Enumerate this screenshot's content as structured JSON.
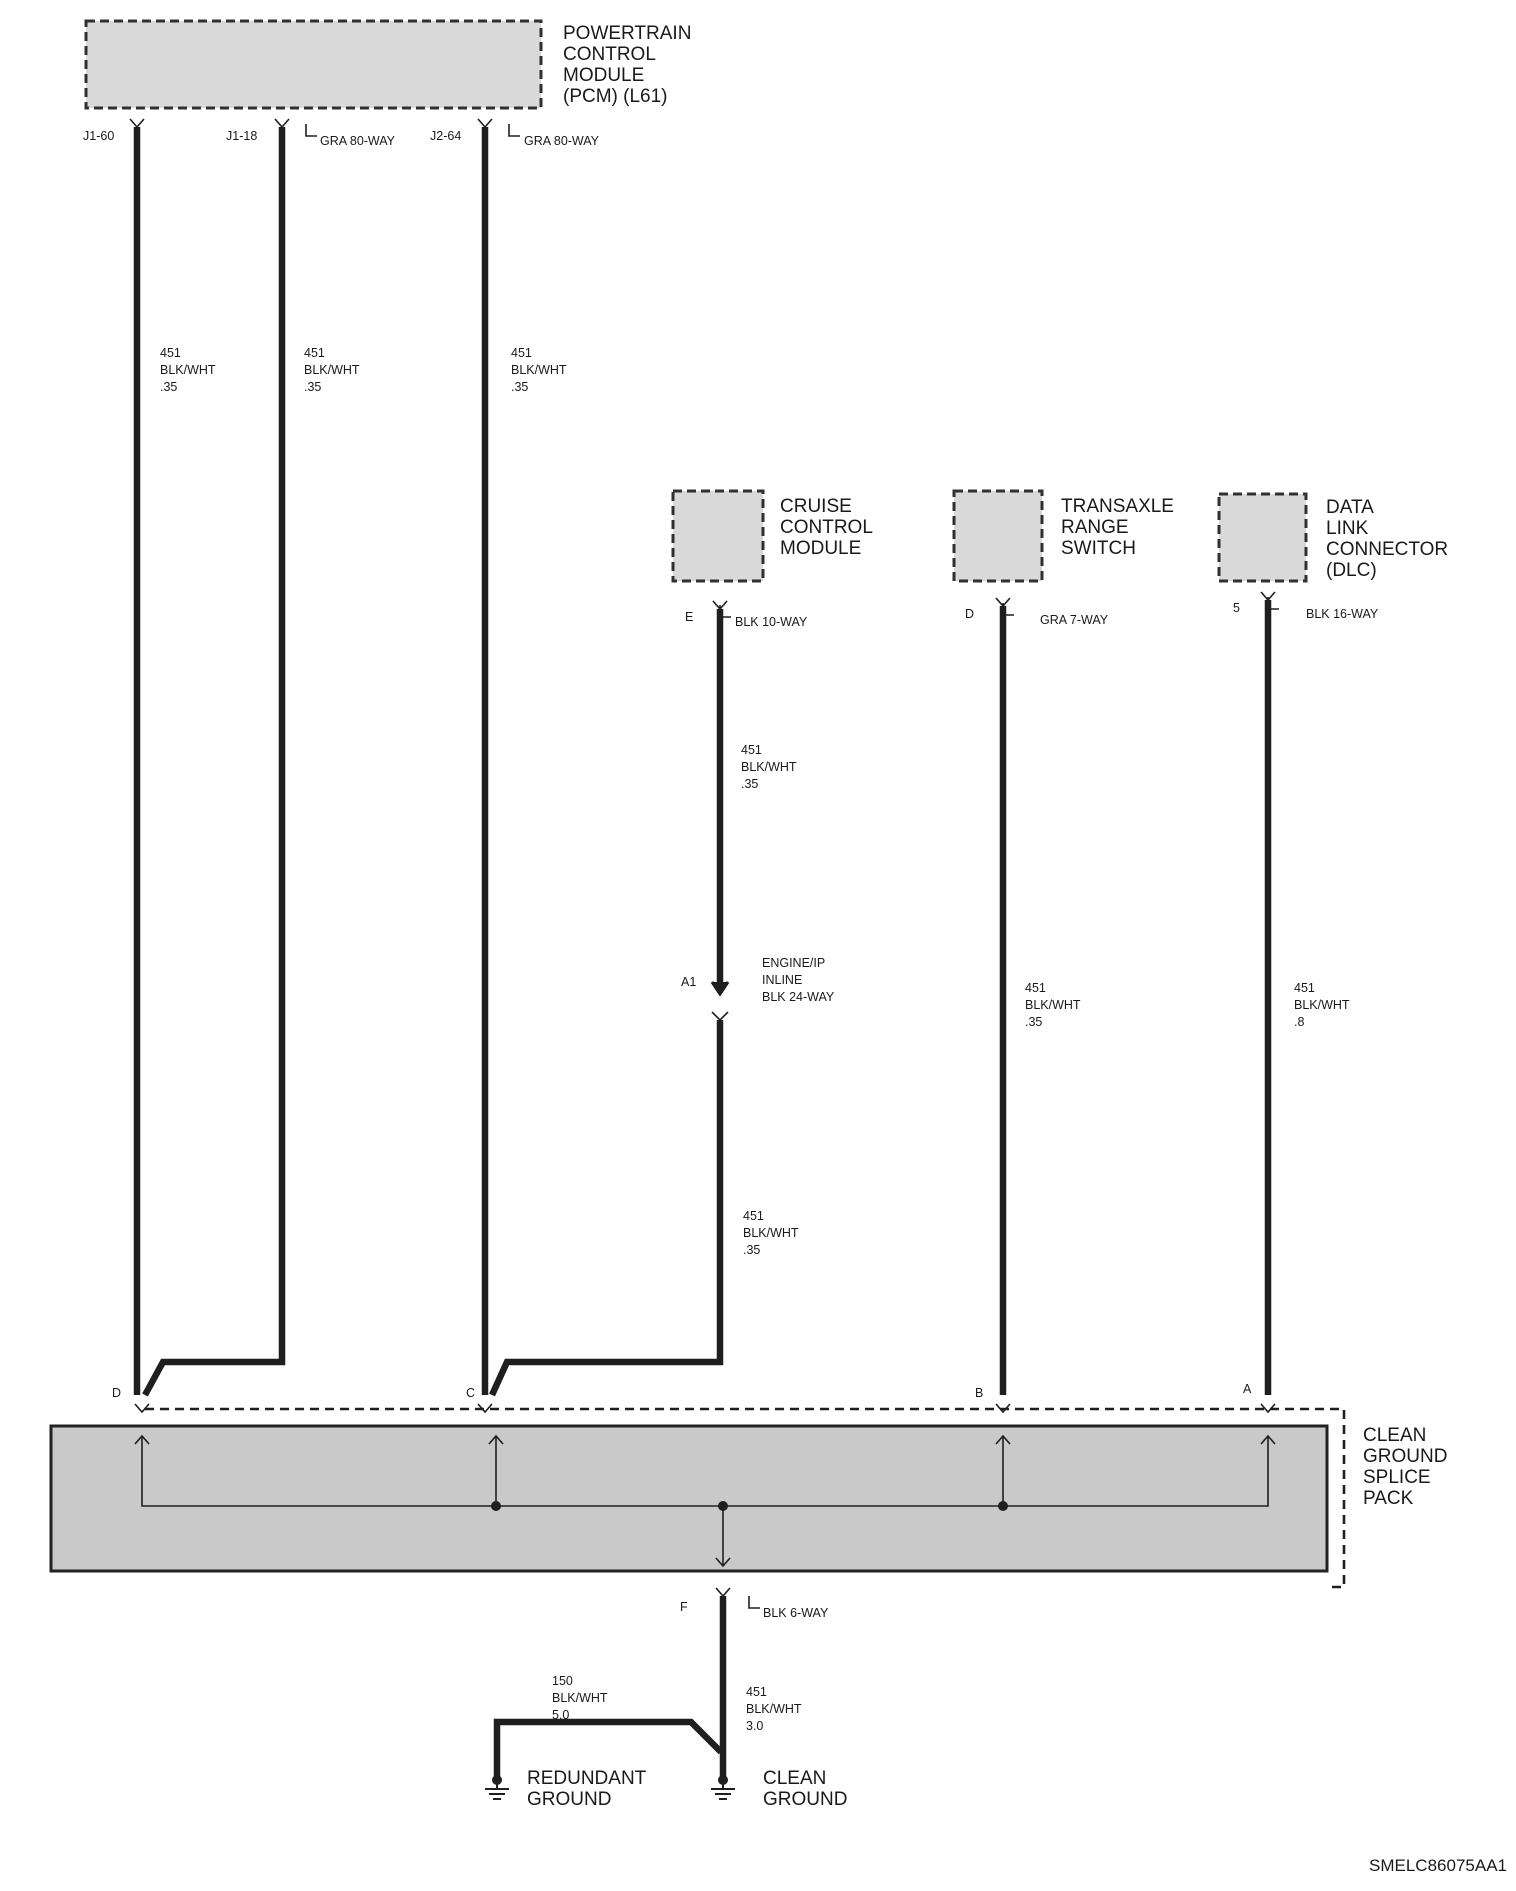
{
  "components": {
    "pcm": {
      "lines": [
        "POWERTRAIN",
        "CONTROL",
        "MODULE",
        "(PCM) (L61)"
      ]
    },
    "cruise": {
      "lines": [
        "CRUISE",
        "CONTROL",
        "MODULE"
      ]
    },
    "transaxle": {
      "lines": [
        "TRANSAXLE",
        "RANGE",
        "SWITCH"
      ]
    },
    "dlc": {
      "lines": [
        "DATA",
        "LINK",
        "CONNECTOR",
        "(DLC)"
      ]
    },
    "splice_pack": {
      "lines": [
        "CLEAN",
        "GROUND",
        "SPLICE",
        "PACK"
      ]
    },
    "redundant_ground": {
      "lines": [
        "REDUNDANT",
        "GROUND"
      ]
    },
    "clean_ground": {
      "lines": [
        "CLEAN",
        "GROUND"
      ]
    }
  },
  "pins": {
    "pcm_j1_60": "J1-60",
    "pcm_j1_18": "J1-18",
    "pcm_j2_64": "J2-64",
    "cruise_e": "E",
    "trs_d": "D",
    "dlc_5": "5",
    "inline_a1": "A1",
    "splice_d": "D",
    "splice_c": "C",
    "splice_b": "B",
    "splice_a": "A",
    "splice_f": "F"
  },
  "connectors": {
    "pcm_j1": "GRA 80-WAY",
    "pcm_j2": "GRA 80-WAY",
    "cruise": "BLK 10-WAY",
    "trs": "GRA 7-WAY",
    "dlc": "BLK 16-WAY",
    "inline": [
      "ENGINE/IP",
      "INLINE",
      "BLK 24-WAY"
    ],
    "splice_f": "BLK 6-WAY"
  },
  "wires": {
    "w1": [
      "451",
      "BLK/WHT",
      ".35"
    ],
    "w2": [
      "451",
      "BLK/WHT",
      ".35"
    ],
    "w3": [
      "451",
      "BLK/WHT",
      ".35"
    ],
    "w4": [
      "451",
      "BLK/WHT",
      ".35"
    ],
    "w5": [
      "451",
      "BLK/WHT",
      ".35"
    ],
    "w6": [
      "451",
      "BLK/WHT",
      ".35"
    ],
    "w7": [
      "451",
      "BLK/WHT",
      ".8"
    ],
    "w8": [
      "150",
      "BLK/WHT",
      "5.0"
    ],
    "w9": [
      "451",
      "BLK/WHT",
      "3.0"
    ]
  },
  "figure_id": "SMELC86075AA1"
}
